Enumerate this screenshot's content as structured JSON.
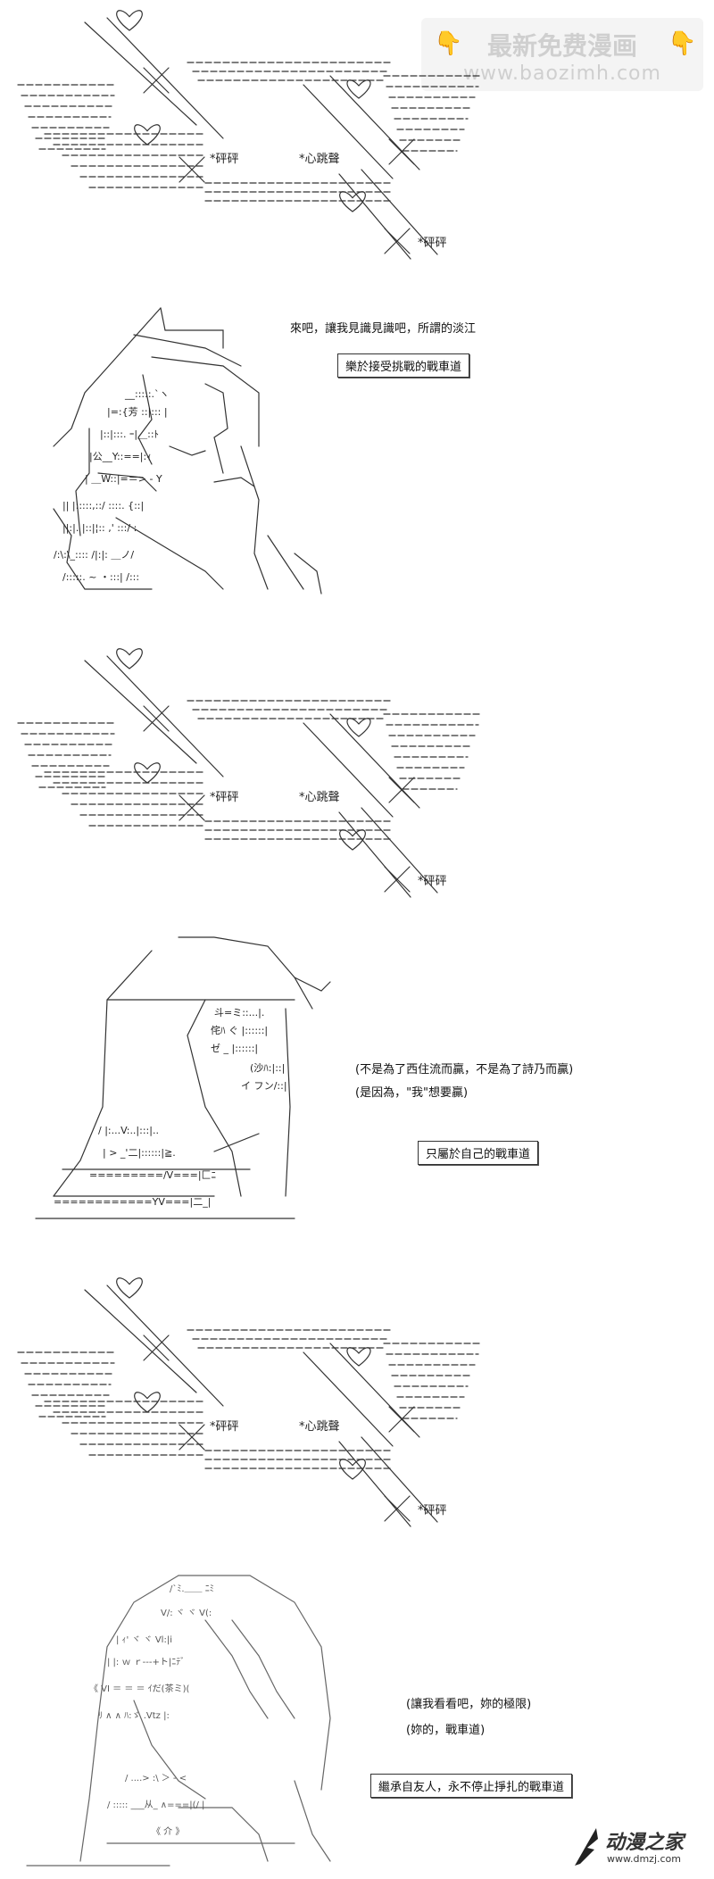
{
  "watermark_top": {
    "title": "最新免费漫画",
    "url": "www.baozimh.com",
    "hand_glyph": "👇"
  },
  "sfx": {
    "crack": "*砰砰",
    "heartbeat": "*心跳聲"
  },
  "panel_2": {
    "line1": "來吧，讓我見識見識吧，所謂的淡江",
    "box": "樂於接受挑戰的戰車道"
  },
  "panel_4": {
    "line1": "(不是為了西住流而贏，不是為了詩乃而贏)",
    "line2": "(是因為，\"我\"想要贏)",
    "box": "只屬於自己的戰車道"
  },
  "panel_6": {
    "line1": "(讓我看看吧，妳的極限)",
    "line2": "(妳的，戰車道)",
    "box": "繼承自友人，永不停止掙扎的戰車道"
  },
  "watermark_bottom": {
    "title": "动漫之家",
    "url": "www.dmzj.com"
  },
  "colors": {
    "background": "#ffffff",
    "ink": "#333333",
    "watermark_gray": "#cfcfcf",
    "watermark_hand": "#f2b21b"
  }
}
